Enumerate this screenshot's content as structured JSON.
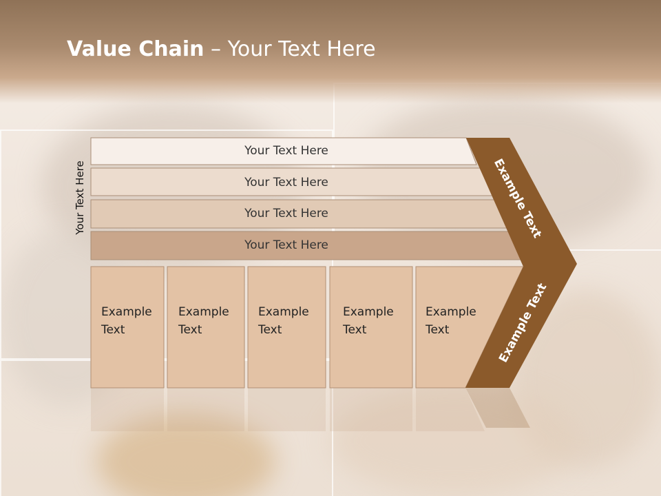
{
  "title": {
    "bold": "Value Chain",
    "rest": " – Your Text Here"
  },
  "side_label": "Your Text Here",
  "rows": [
    {
      "label": "Your Text Here",
      "fill": "#f7efe9"
    },
    {
      "label": "Your Text Here",
      "fill": "#ecdcce"
    },
    {
      "label": "Your Text Here",
      "fill": "#e1cab5"
    },
    {
      "label": "Your Text Here",
      "fill": "#c9a68b"
    }
  ],
  "cells": [
    {
      "line1": "Example",
      "line2": "Text"
    },
    {
      "line1": "Example",
      "line2": "Text"
    },
    {
      "line1": "Example",
      "line2": "Text"
    },
    {
      "line1": "Example",
      "line2": "Text"
    },
    {
      "line1": "Example",
      "line2": "Text"
    }
  ],
  "arrow": {
    "upper_text": "Example Text",
    "lower_text": "Example Text",
    "color": "#8b5a2b"
  },
  "colors": {
    "cell_fill": "#e3c2a5",
    "cell_border": "#b08f74",
    "row_border": "#a98d76"
  }
}
